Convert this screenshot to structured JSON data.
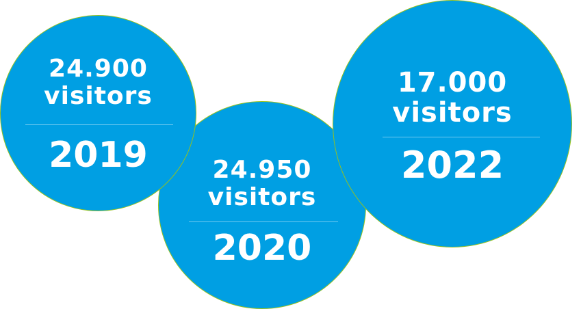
{
  "colors": {
    "circle_fill": "#009fe3",
    "circle_border": "#95c11f",
    "text": "#ffffff",
    "background": "#ffffff"
  },
  "stats": [
    {
      "count": "24.900",
      "unit": "visitors",
      "year": "2019"
    },
    {
      "count": "24.950",
      "unit": "visitors",
      "year": "2020"
    },
    {
      "count": "17.000",
      "unit": "visitors",
      "year": "2022"
    }
  ]
}
